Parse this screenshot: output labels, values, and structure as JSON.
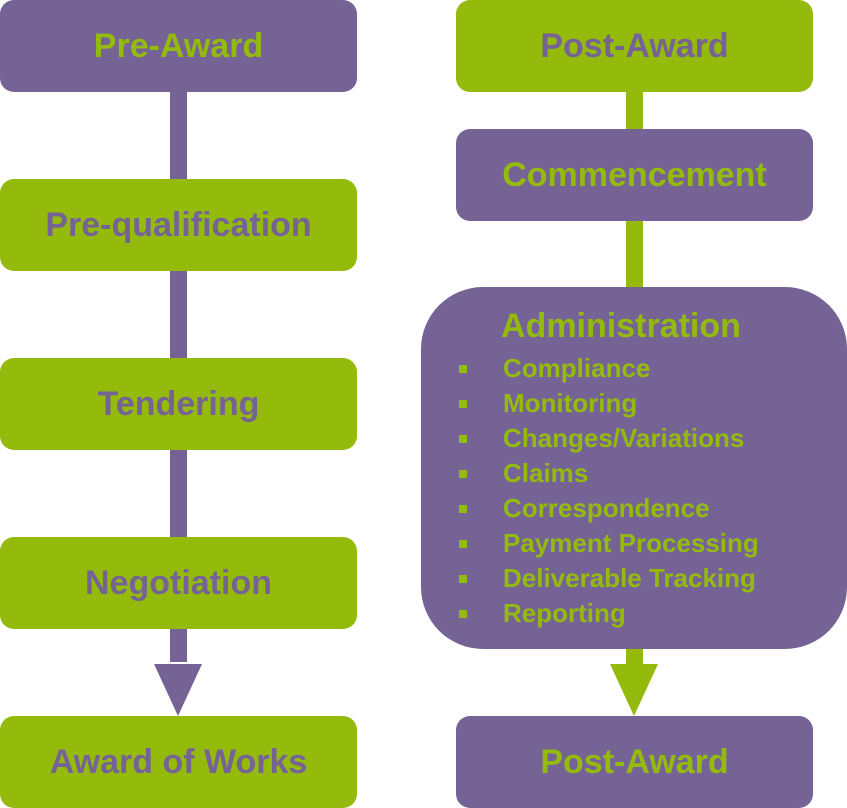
{
  "colors": {
    "purple": "#766396",
    "green": "#94ba0c",
    "background": "#ffffff"
  },
  "pre_award_column": {
    "header": "Pre-Award",
    "steps": [
      "Pre-qualification",
      "Tendering",
      "Negotiation"
    ],
    "final": "Award of Works"
  },
  "post_award_column": {
    "header": "Post-Award",
    "commencement": "Commencement",
    "administration": {
      "title": "Administration",
      "items": [
        "Compliance",
        "Monitoring",
        "Changes/Variations",
        "Claims",
        "Correspondence",
        "Payment Processing",
        "Deliverable Tracking",
        "Reporting"
      ]
    },
    "final": "Post-Award"
  }
}
